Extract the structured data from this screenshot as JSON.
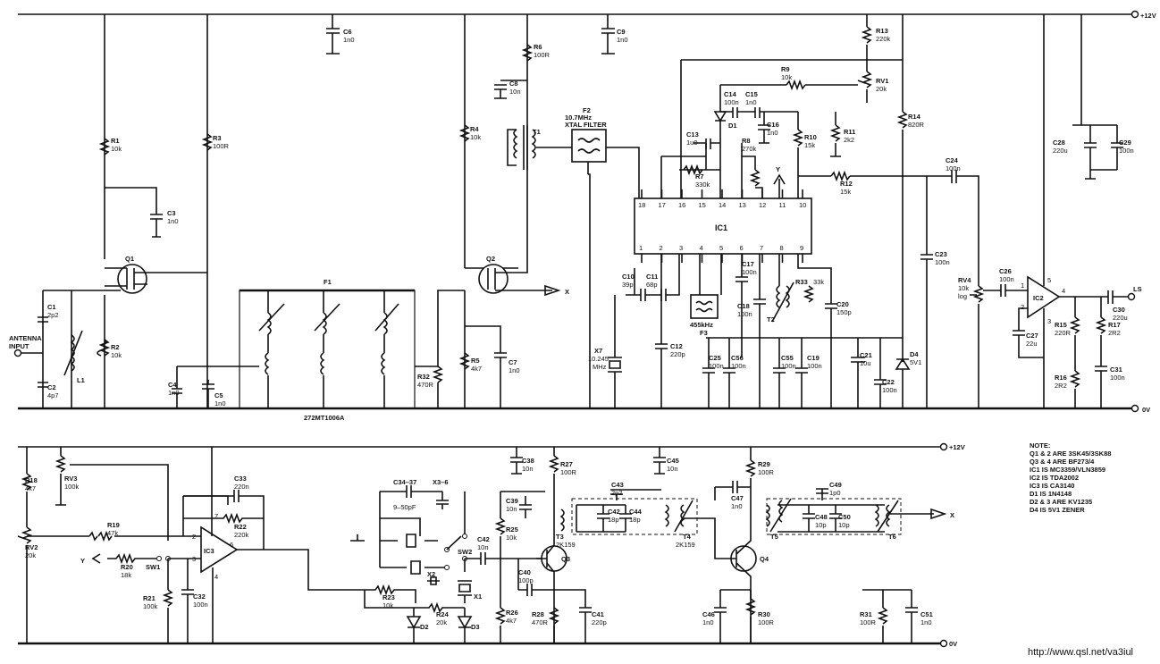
{
  "rails": {
    "plus12_top": "+12V",
    "zero_top": "0V",
    "plus12_bottom": "+12V",
    "zero_bottom": "0V"
  },
  "io": {
    "antenna": [
      "ANTENNA",
      "INPUT"
    ],
    "x_top": "X",
    "y_top": "Y",
    "x_bottom": "X",
    "y_bottom": "Y",
    "ls": "LS"
  },
  "filters": {
    "f1": "F1",
    "f1_part": "272MT1006A",
    "f2": [
      "F2",
      "10.7MHz",
      "XTAL FILTER"
    ],
    "f3": [
      "455kHz",
      "F3"
    ]
  },
  "ic1": {
    "name": "IC1",
    "pins_top": [
      "18",
      "17",
      "16",
      "15",
      "14",
      "13",
      "12",
      "11",
      "10"
    ],
    "pins_bottom": [
      "1",
      "2",
      "3",
      "4",
      "5",
      "6",
      "7",
      "8",
      "9"
    ]
  },
  "ic2": {
    "name": "IC2",
    "pins": [
      "1",
      "2",
      "3",
      "4",
      "5"
    ]
  },
  "ic3": {
    "name": "IC3",
    "pins": [
      "2",
      "3",
      "4",
      "6",
      "7"
    ]
  },
  "transistors": [
    "Q1",
    "Q2",
    "Q3",
    "Q4"
  ],
  "top_components": [
    [
      "C6",
      "1n0"
    ],
    [
      "C9",
      "1n0"
    ],
    [
      "R13",
      "220k"
    ],
    [
      "R6",
      "100R"
    ],
    [
      "C8",
      "10n"
    ],
    [
      "R9",
      "10k"
    ],
    [
      "RV1",
      "20k"
    ],
    [
      "C14",
      "100n"
    ],
    [
      "C15",
      "1n0"
    ],
    [
      "R11",
      "2k2"
    ],
    [
      "C16",
      "1n0"
    ],
    [
      "R14",
      "820R"
    ],
    [
      "C13",
      "1u0"
    ],
    [
      "D1",
      ""
    ],
    [
      "R8",
      "270k"
    ],
    [
      "R10",
      "15k"
    ],
    [
      "R7",
      "330k"
    ],
    [
      "R12",
      "15k"
    ],
    [
      "C24",
      "100n"
    ],
    [
      "C28",
      "220u"
    ],
    [
      "C29",
      "100n"
    ],
    [
      "R1",
      "10k"
    ],
    [
      "R3",
      "100R"
    ],
    [
      "R4",
      "10k"
    ],
    [
      "T1",
      ""
    ],
    [
      "C3",
      "1n0"
    ],
    [
      "C1",
      "2p2"
    ],
    [
      "C2",
      "4p7"
    ],
    [
      "L1",
      ""
    ],
    [
      "R2",
      "10k"
    ],
    [
      "C4",
      "1n0"
    ],
    [
      "C5",
      "1n0"
    ],
    [
      "R32",
      "470R"
    ],
    [
      "R5",
      "4k7"
    ],
    [
      "C7",
      "1n0"
    ],
    [
      "C10",
      "39p"
    ],
    [
      "C11",
      "68p"
    ],
    [
      "X7",
      "10.245 MHz"
    ],
    [
      "C12",
      "220p"
    ],
    [
      "C17",
      "100n"
    ],
    [
      "C18",
      "100n"
    ],
    [
      "T2",
      ""
    ],
    [
      "R33",
      "33k"
    ],
    [
      "C20",
      "150p"
    ],
    [
      "C25",
      "100n"
    ],
    [
      "C56",
      "100n"
    ],
    [
      "C55",
      "100n"
    ],
    [
      "C19",
      "100n"
    ],
    [
      "C21",
      "10u"
    ],
    [
      "C22",
      "100n"
    ],
    [
      "D4",
      "5V1"
    ],
    [
      "C23",
      "100n"
    ],
    [
      "RV4",
      "10k log"
    ],
    [
      "C26",
      "100n"
    ],
    [
      "C27",
      "22u"
    ],
    [
      "R15",
      "220R"
    ],
    [
      "R16",
      "2R2"
    ],
    [
      "C30",
      "220u"
    ],
    [
      "R17",
      "2R2"
    ],
    [
      "C31",
      "100n"
    ]
  ],
  "bottom_components": [
    [
      "R18",
      "4k7"
    ],
    [
      "RV3",
      "100k"
    ],
    [
      "RV2",
      "20k"
    ],
    [
      "R19",
      "47k"
    ],
    [
      "R20",
      "18k"
    ],
    [
      "SW1",
      ""
    ],
    [
      "R21",
      "100k"
    ],
    [
      "C32",
      "100n"
    ],
    [
      "C33",
      "220n"
    ],
    [
      "R22",
      "220k"
    ],
    [
      "C34-37",
      ""
    ],
    [
      "X3-6",
      ""
    ],
    [
      "9-50pF",
      ""
    ],
    [
      "SW2",
      ""
    ],
    [
      "C42",
      "10n"
    ],
    [
      "X2",
      ""
    ],
    [
      "X1",
      ""
    ],
    [
      "R23",
      "10k"
    ],
    [
      "R24",
      "20k"
    ],
    [
      "D2",
      ""
    ],
    [
      "D3",
      ""
    ],
    [
      "C38",
      "10n"
    ],
    [
      "R27",
      "100R"
    ],
    [
      "C39",
      "10n"
    ],
    [
      "R25",
      "10k"
    ],
    [
      "C40",
      "100p"
    ],
    [
      "R26",
      "4k7"
    ],
    [
      "R28",
      "470R"
    ],
    [
      "C41",
      "220p"
    ],
    [
      "C43",
      "2p2"
    ],
    [
      "C42",
      "18p"
    ],
    [
      "C44",
      "18p"
    ],
    [
      "T3",
      "2K159"
    ],
    [
      "T4",
      "2K159"
    ],
    [
      "C45",
      "10n"
    ],
    [
      "C47",
      "1n0"
    ],
    [
      "R29",
      "100R"
    ],
    [
      "C46",
      "1n0"
    ],
    [
      "R30",
      "100R"
    ],
    [
      "C49",
      "1p0"
    ],
    [
      "C48",
      "10p"
    ],
    [
      "C50",
      "10p"
    ],
    [
      "T5",
      ""
    ],
    [
      "T6",
      ""
    ],
    [
      "R31",
      "100R"
    ],
    [
      "C51",
      "1n0"
    ]
  ],
  "notes": [
    "NOTE:",
    "Q1 & 2 ARE 3SK45/3SK88",
    "Q3 & 4 ARE BF273/4",
    "IC1 IS MC3359/VLN3859",
    "IC2 IS TDA2002",
    "IC3 IS CA3140",
    "D1 IS 1N4148",
    "D2 & 3 ARE KV1235",
    "D4 IS 5V1 ZENER"
  ],
  "watermark": "http://www.qsl.net/va3iul"
}
